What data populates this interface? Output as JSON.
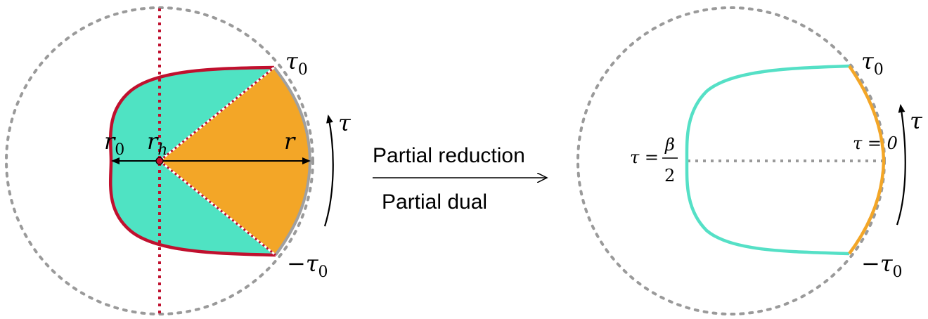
{
  "left_panel": {
    "label_tau0": "τ",
    "label_tau0_sub": "0",
    "label_neg_tau0": "−τ",
    "label_neg_tau0_sub": "0",
    "label_tau": "τ",
    "label_r0": "r",
    "label_r0_sub": "0",
    "label_rh": "r",
    "label_rh_sub": "h",
    "label_r": "r"
  },
  "arrow": {
    "label_top": "Partial reduction",
    "label_bottom": "Partial dual"
  },
  "right_panel": {
    "label_tau0": "τ",
    "label_tau0_sub": "0",
    "label_neg_tau0": "−τ",
    "label_neg_tau0_sub": "0",
    "label_tau": "τ",
    "label_tau_eq_0": "τ = 0",
    "label_tau_eq_prefix": "τ =",
    "label_beta": "β",
    "label_two": "2"
  },
  "colors": {
    "teal_region": "#4fe3c3",
    "orange_region": "#f3a627",
    "crimson_boundary": "#c0102e",
    "teal_curve": "#55e0c6",
    "orange_arc": "#f3a627",
    "gray_dotted": "#9a9a9a",
    "gray_arc": "#a0a0a0",
    "black": "#000000"
  }
}
